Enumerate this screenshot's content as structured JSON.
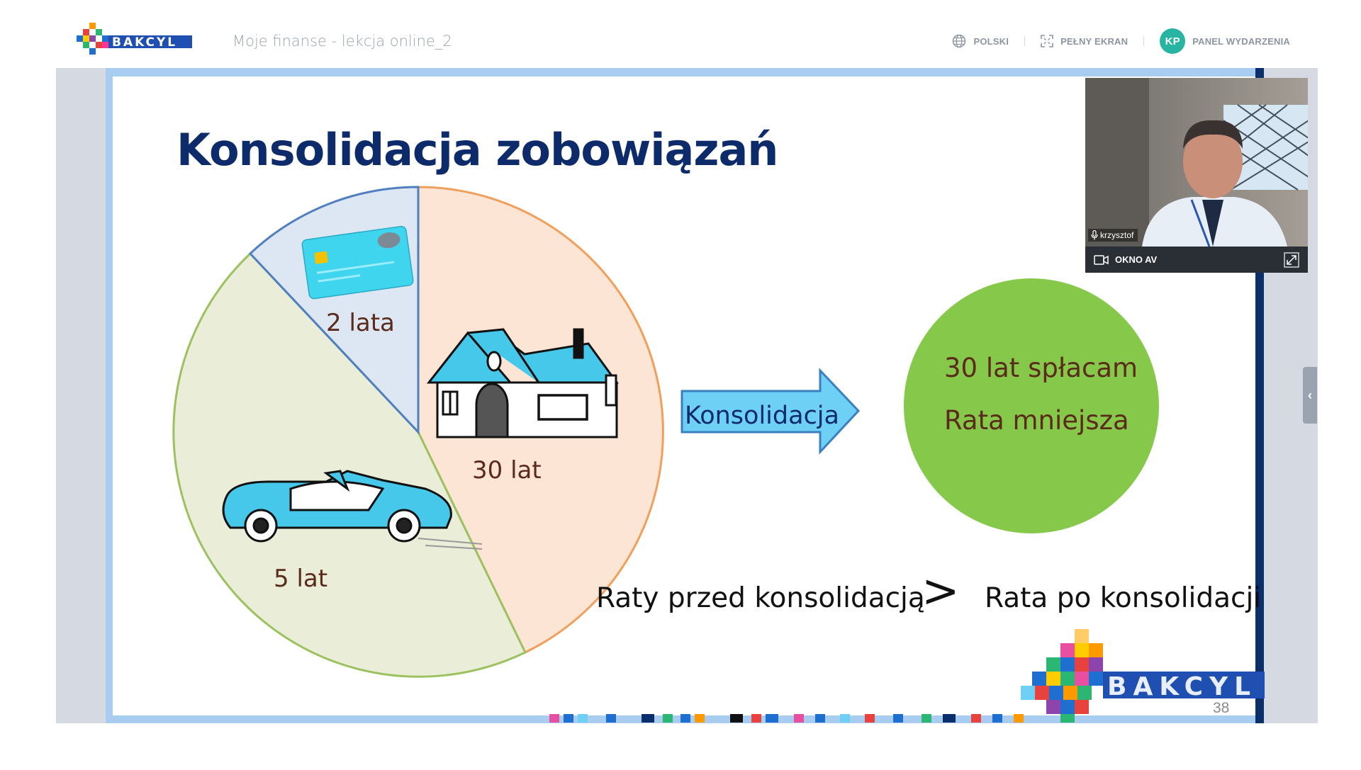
{
  "header": {
    "event_title": "Moje finanse - lekcja online_2",
    "language_label": "POLSKI",
    "fullscreen_label": "PEŁNY EKRAN",
    "user_initials": "KP",
    "panel_label": "PANEL WYDARZENIA",
    "logo_text": "BAKCYL",
    "icons": [
      "globe-icon",
      "fullscreen-icon"
    ]
  },
  "slide": {
    "title": "Konsolidacja zobowiązań",
    "pie_labels": {
      "card": "2 lata",
      "house": "30 lat",
      "car": "5 lat"
    },
    "arrow_label": "Konsolidacja",
    "result": {
      "line1": "30 lat spłacam",
      "line2": "Rata mniejsza"
    },
    "comparison": {
      "left": "Raty przed konsolidacją",
      "operator": ">",
      "right": "Rata po konsolidacji"
    },
    "footer_logo_text": "BAKCYL",
    "page_number": "38"
  },
  "av_window": {
    "participant_name": "krzysztof",
    "bar_label": "OKNO AV",
    "icons": [
      "microphone-icon",
      "camera-icon",
      "expand-icon"
    ]
  },
  "colors": {
    "title": "#0d2b6a",
    "slide_frame": "#a8cdf0",
    "result_circle": "#86c94a",
    "avatar": "#27b4a2",
    "pie_card": "#dde7f4",
    "pie_house": "#fde5d6",
    "pie_car": "#eaeed9"
  }
}
